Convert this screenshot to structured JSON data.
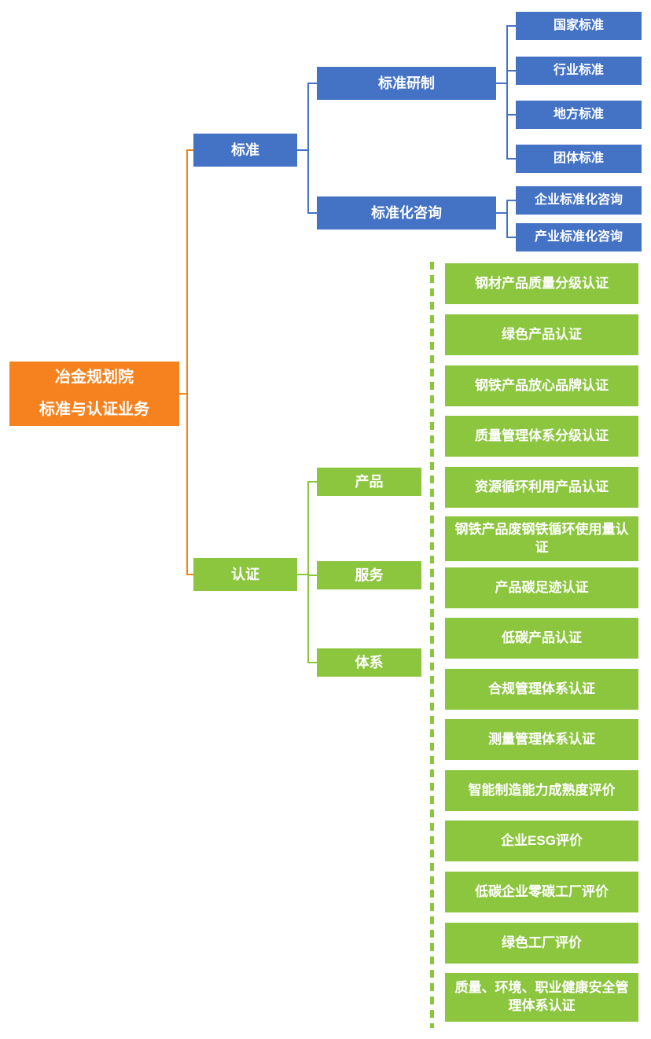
{
  "title": "冶金规划院标准与认证业务",
  "root": {
    "line1": "冶金规划院",
    "line2": "标准与认证业务"
  },
  "branches": {
    "standards": {
      "label": "标准",
      "children": [
        {
          "label": "标准研制",
          "children": [
            {
              "label": "国家标准"
            },
            {
              "label": "行业标准"
            },
            {
              "label": "地方标准"
            },
            {
              "label": "团体标准"
            }
          ]
        },
        {
          "label": "标准化咨询",
          "children": [
            {
              "label": "企业标准化咨询"
            },
            {
              "label": "产业标准化咨询"
            }
          ]
        }
      ]
    },
    "certification": {
      "label": "认证",
      "categories": [
        {
          "label": "产品"
        },
        {
          "label": "服务"
        },
        {
          "label": "体系"
        }
      ],
      "items": [
        "钢材产品质量分级认证",
        "绿色产品认证",
        "钢铁产品放心品牌认证",
        "质量管理体系分级认证",
        "资源循环利用产品认证",
        "钢铁产品废钢铁循环使用量认证",
        "产品碳足迹认证",
        "低碳产品认证",
        "合规管理体系认证",
        "测量管理体系认证",
        "智能制造能力成熟度评价",
        "企业ESG评价",
        "低碳企业零碳工厂评价",
        "绿色工厂评价",
        "质量、环境、职业健康安全管理体系认证"
      ]
    }
  },
  "colors": {
    "orange": "#F5821F",
    "blue": "#4472C4",
    "green": "#8CC63F"
  }
}
